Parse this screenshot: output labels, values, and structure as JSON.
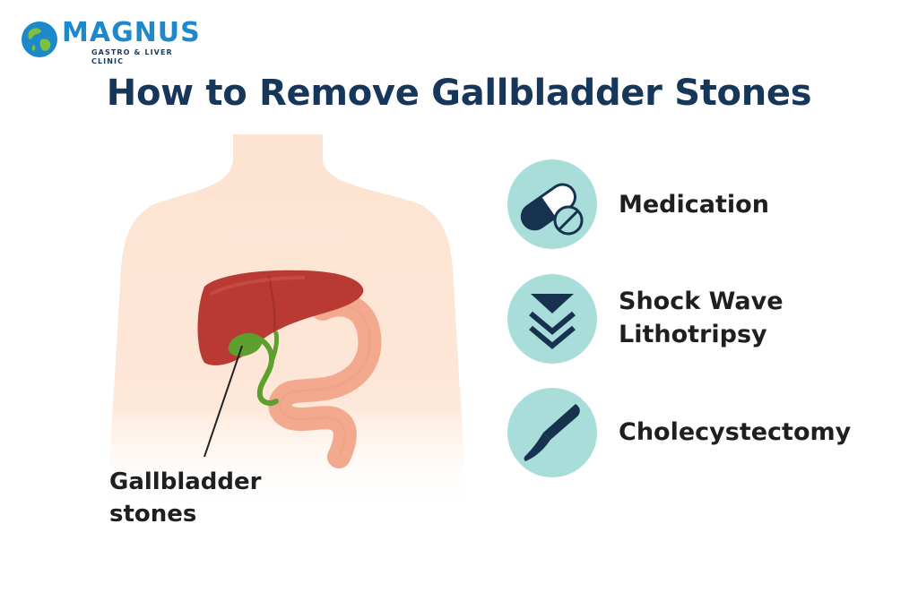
{
  "logo": {
    "name": "MAGNUS",
    "tagline": "GASTRO & LIVER CLINIC",
    "icon": "globe-icon"
  },
  "title": "How to Remove Gallbladder Stones",
  "illustration": {
    "callout_line1": "Gallbladder",
    "callout_line2": "stones"
  },
  "methods": [
    {
      "label_line1": "Medication",
      "label_line2": "",
      "icon": "pill-icon"
    },
    {
      "label_line1": "Shock Wave",
      "label_line2": "Lithotripsy",
      "icon": "shock-wave-icon"
    },
    {
      "label_line1": "Cholecystectomy",
      "label_line2": "",
      "icon": "scalpel-icon"
    }
  ],
  "colors": {
    "brand_blue": "#1e88c8",
    "title_navy": "#16365a",
    "badge_teal": "#a8ddd9",
    "icon_navy": "#17324f",
    "liver_red": "#b83a32",
    "gallbladder_green": "#5da02f",
    "stomach_orange": "#f3a98d",
    "skin": "#fde3d1"
  }
}
